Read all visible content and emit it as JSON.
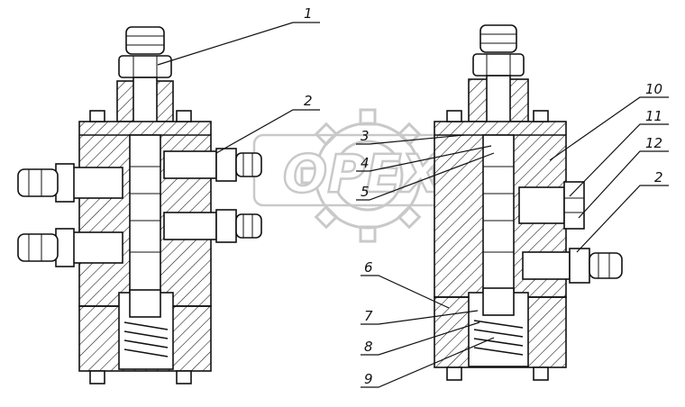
{
  "watermark": {
    "text": "ОРЕХ",
    "color": "#c9c9c9"
  },
  "callouts": [
    {
      "id": "1",
      "text": "1"
    },
    {
      "id": "2a",
      "text": "2"
    },
    {
      "id": "3",
      "text": "3"
    },
    {
      "id": "4",
      "text": "4"
    },
    {
      "id": "5",
      "text": "5"
    },
    {
      "id": "10",
      "text": "10"
    },
    {
      "id": "11",
      "text": "11"
    },
    {
      "id": "12",
      "text": "12"
    },
    {
      "id": "2b",
      "text": "2"
    },
    {
      "id": "6",
      "text": "6"
    },
    {
      "id": "7",
      "text": "7"
    },
    {
      "id": "8",
      "text": "8"
    },
    {
      "id": "9",
      "text": "9"
    }
  ],
  "colors": {
    "ink": "#111111",
    "paper": "#ffffff"
  }
}
